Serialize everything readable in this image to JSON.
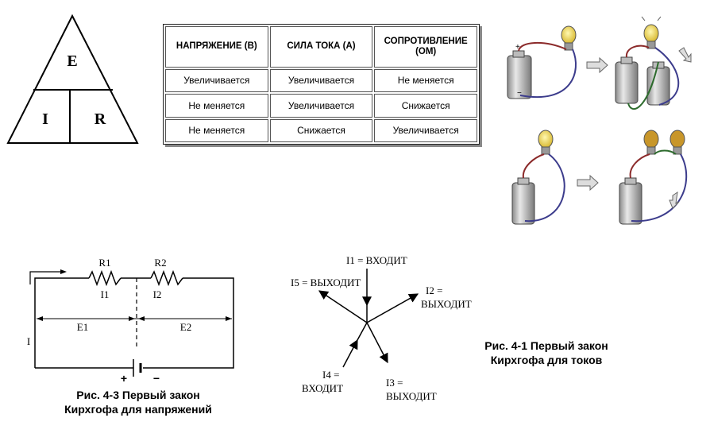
{
  "triangle": {
    "top": "E",
    "left": "I",
    "right": "R"
  },
  "table": {
    "headers": [
      "НАПРЯЖЕНИЕ (В)",
      "СИЛА ТОКА (А)",
      "СОПРОТИВЛЕНИЕ (ОМ)"
    ],
    "rows": [
      [
        "Увеличивается",
        "Увеличивается",
        "Не меняется"
      ],
      [
        "Не меняется",
        "Увеличивается",
        "Снижается"
      ],
      [
        "Не меняется",
        "Снижается",
        "Увеличивается"
      ]
    ]
  },
  "circuit": {
    "r1": "R1",
    "r2": "R2",
    "i1": "I1",
    "i2": "I2",
    "e1": "E1",
    "e2": "E2",
    "i": "I",
    "plus": "+",
    "minus": "−",
    "caption_line1": "Рис. 4-3 Первый закон",
    "caption_line2": "Кирхгофа для напряжений"
  },
  "junction": {
    "i1": "I1 = ВХОДИТ",
    "i5": "I5 = ВЫХОДИТ",
    "i2_name": "I2 =",
    "i2_dir": "ВЫХОДИТ",
    "i4_name": "I4 =",
    "i4_dir": "ВХОДИТ",
    "i3_name": "I3 =",
    "i3_dir": "ВЫХОДИТ",
    "caption_line1": "Рис. 4-1 Первый закон",
    "caption_line2": "Кирхгофа для токов"
  },
  "battery_signs": {
    "plus": "+",
    "minus": "−"
  }
}
